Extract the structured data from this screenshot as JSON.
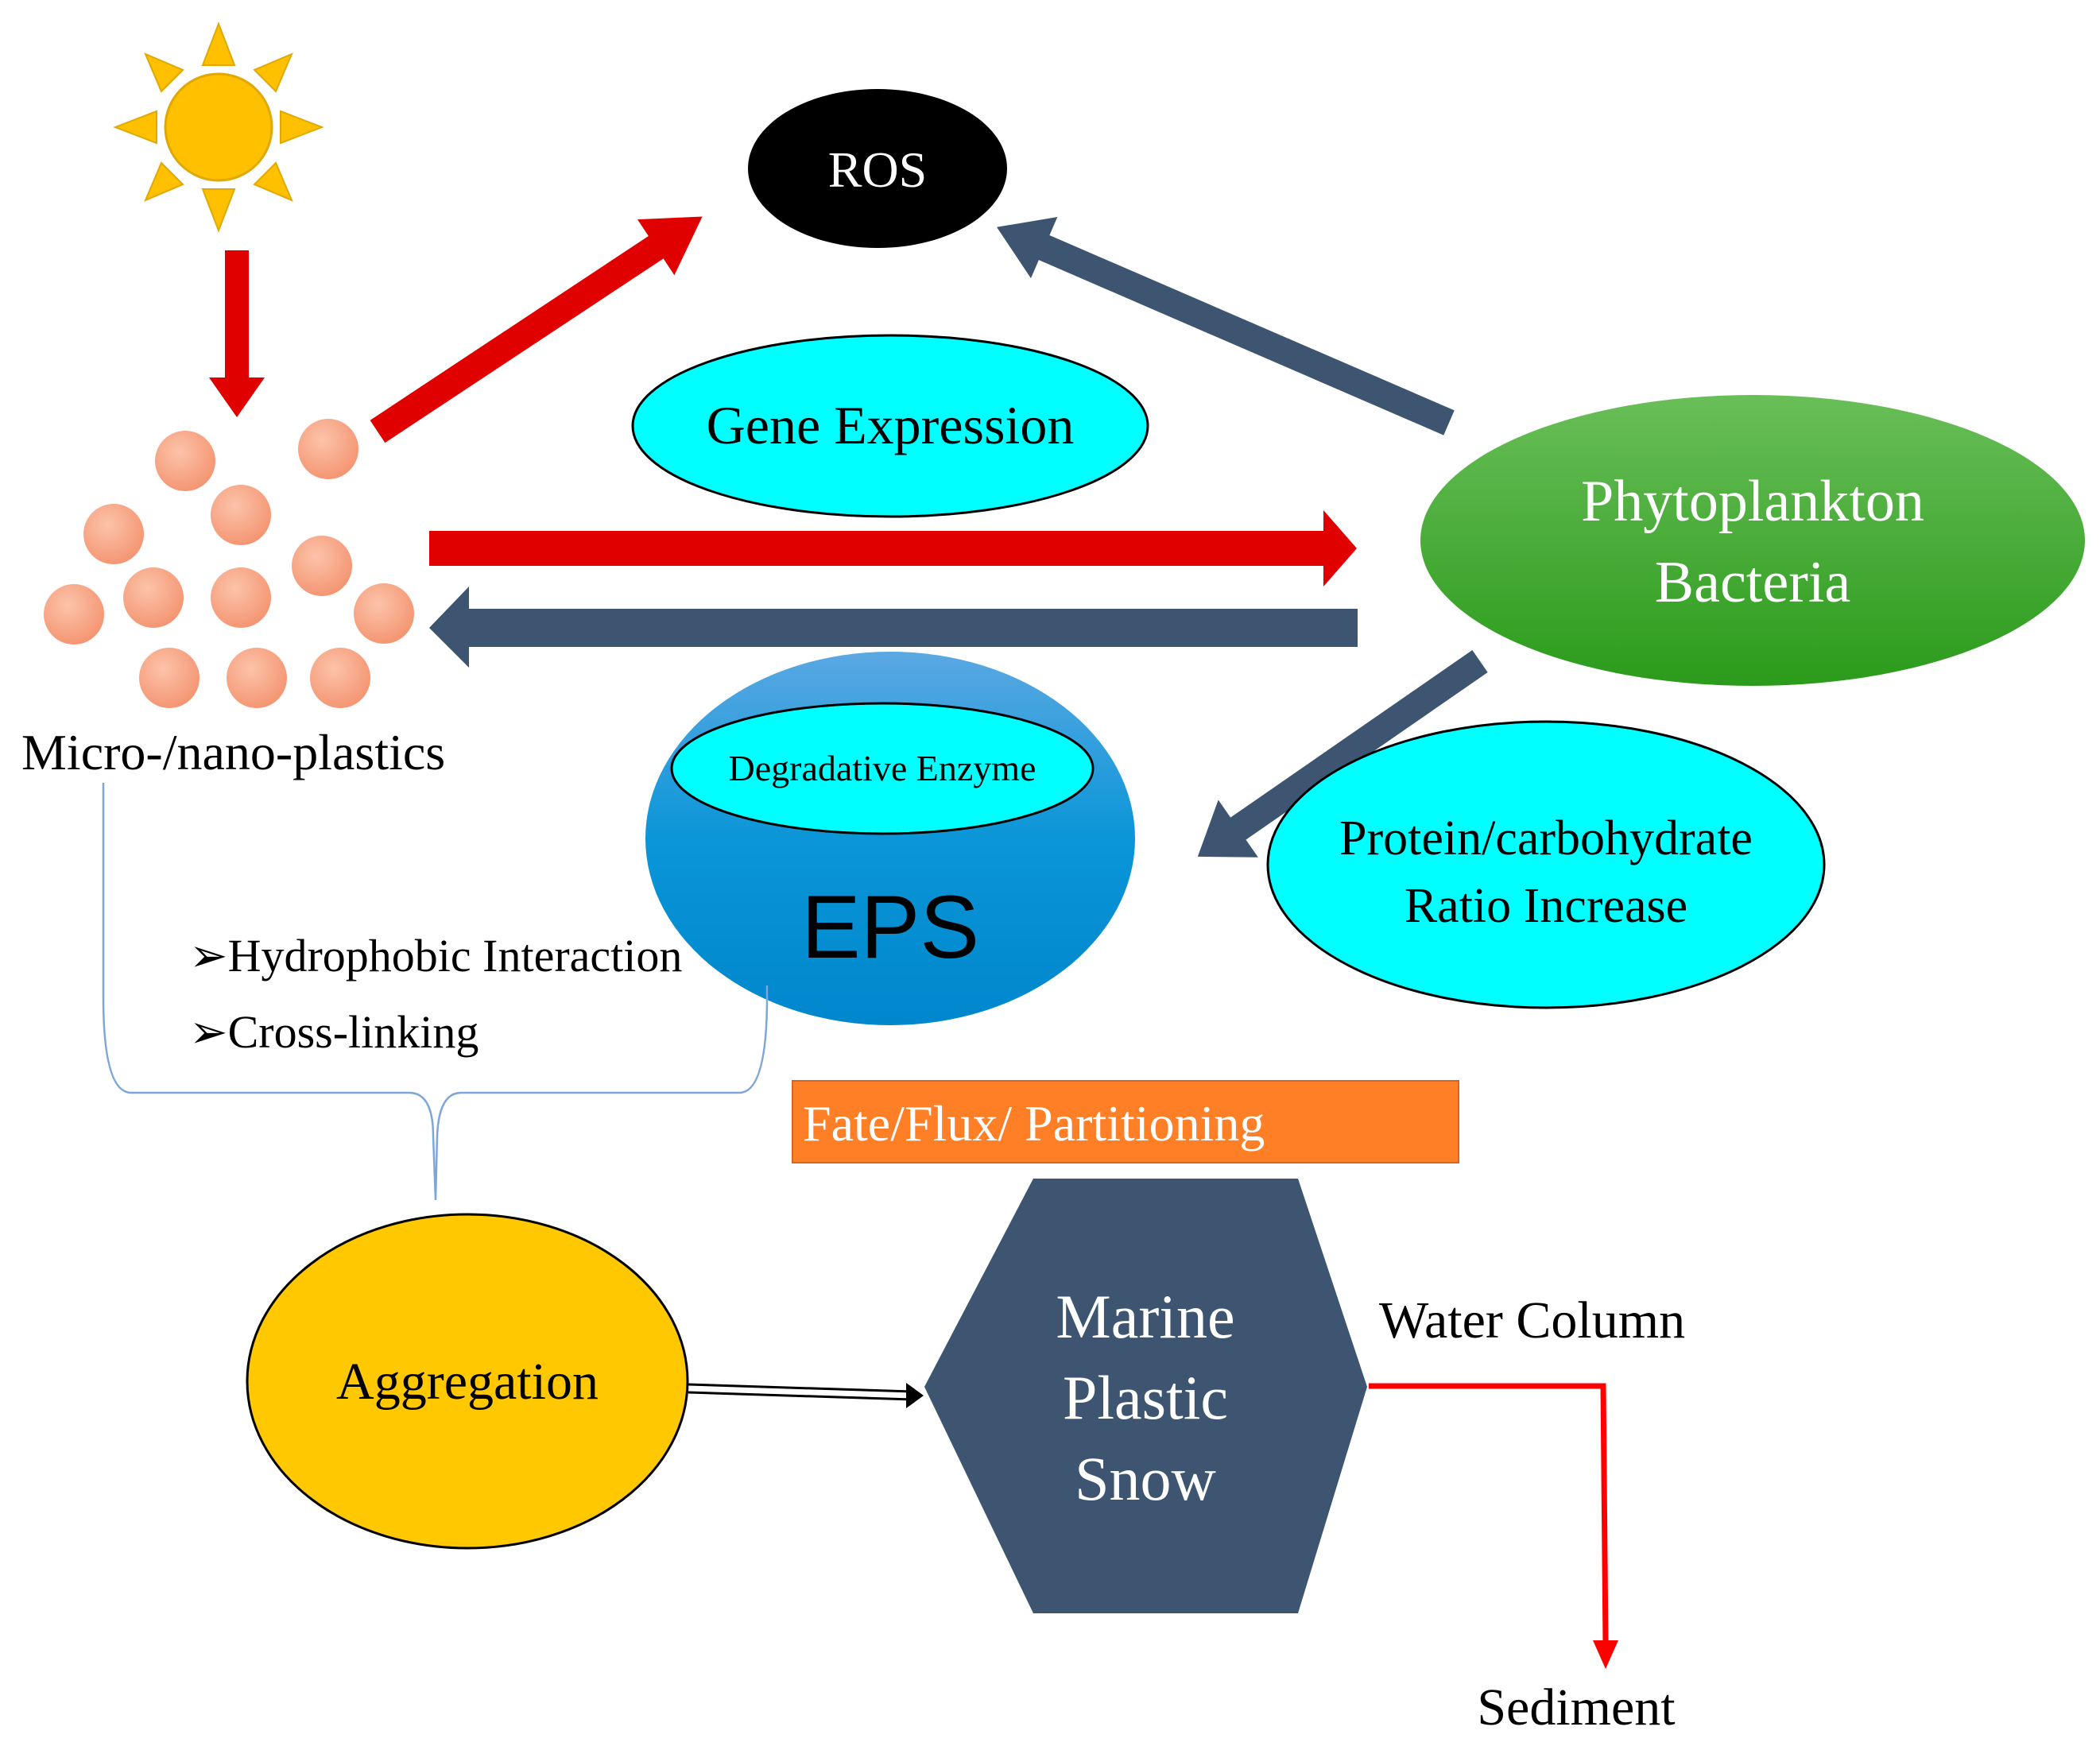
{
  "nodes": {
    "ros": "ROS",
    "gene_expression": "Gene Expression",
    "phytoplankton": "Phytoplankton",
    "bacteria": "Bacteria",
    "plastics": "Micro-/nano-plastics",
    "degradative_enzyme": "Degradative Enzyme",
    "eps": "EPS",
    "protein_line1": "Protein/carbohydrate",
    "protein_line2": "Ratio Increase",
    "mechanism_1": "➢Hydrophobic Interaction",
    "mechanism_2": "➢Cross-linking",
    "fate_flux": "Fate/Flux/ Partitioning",
    "aggregation": "Aggregation",
    "snow_line1": "Marine",
    "snow_line2": "Plastic",
    "snow_line3": "Snow",
    "water_column": "Water Column",
    "sediment": "Sediment"
  },
  "colors": {
    "sun": "#FFC000",
    "red_arrow": "#E00000",
    "navy_arrow": "#3D5570",
    "cyan": "#00FFFF",
    "green_top": "#66BB55",
    "green_bottom": "#2E9E1E",
    "eps_top": "#56A6E0",
    "eps_bottom": "#0088D0",
    "particle": "#F8A586",
    "orange_box": "#FF7F27",
    "aggregation": "#FFC800",
    "hexagon": "#3D5570"
  }
}
